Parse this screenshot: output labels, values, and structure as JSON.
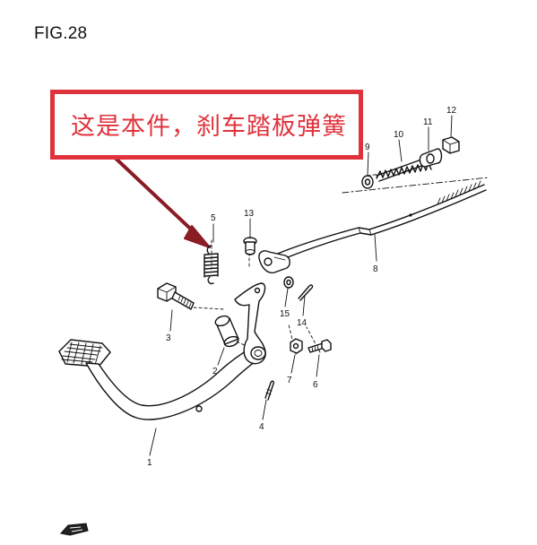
{
  "figure": {
    "title": "FIG.28"
  },
  "callout": {
    "text": "这是本件，刹车踏板弹簧",
    "border_color": "#e0323c",
    "text_color": "#e0323c"
  },
  "parts": [
    {
      "id": "1",
      "label": "1"
    },
    {
      "id": "2",
      "label": "2"
    },
    {
      "id": "3",
      "label": "3"
    },
    {
      "id": "4",
      "label": "4"
    },
    {
      "id": "5",
      "label": "5"
    },
    {
      "id": "6",
      "label": "6"
    },
    {
      "id": "7",
      "label": "7"
    },
    {
      "id": "8",
      "label": "8"
    },
    {
      "id": "9",
      "label": "9"
    },
    {
      "id": "10",
      "label": "10"
    },
    {
      "id": "11",
      "label": "11"
    },
    {
      "id": "12",
      "label": "12"
    },
    {
      "id": "13",
      "label": "13"
    },
    {
      "id": "14",
      "label": "14"
    },
    {
      "id": "15",
      "label": "15"
    }
  ],
  "icons": {
    "front_indicator": "front-arrow-icon"
  }
}
